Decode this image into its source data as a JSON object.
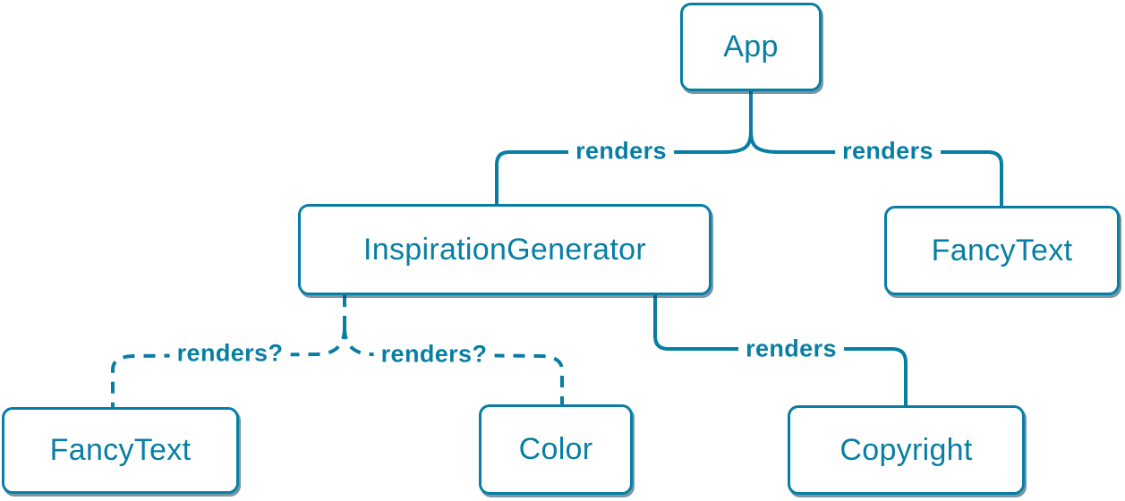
{
  "diagram": {
    "type": "component-render-tree",
    "nodes": [
      {
        "id": "app",
        "label": "App"
      },
      {
        "id": "inspiration-generator",
        "label": "InspirationGenerator"
      },
      {
        "id": "fancy-text-top",
        "label": "FancyText"
      },
      {
        "id": "fancy-text-bottom",
        "label": "FancyText"
      },
      {
        "id": "color",
        "label": "Color"
      },
      {
        "id": "copyright",
        "label": "Copyright"
      }
    ],
    "edges": [
      {
        "from": "App",
        "to": "InspirationGenerator",
        "label": "renders",
        "style": "solid"
      },
      {
        "from": "App",
        "to": "FancyText",
        "label": "renders",
        "style": "solid"
      },
      {
        "from": "InspirationGenerator",
        "to": "FancyText",
        "label": "renders?",
        "style": "dashed"
      },
      {
        "from": "InspirationGenerator",
        "to": "Color",
        "label": "renders?",
        "style": "dashed"
      },
      {
        "from": "InspirationGenerator",
        "to": "Copyright",
        "label": "renders",
        "style": "solid"
      }
    ],
    "colors": {
      "accent": "#087ea4",
      "node_background": "#ffffff",
      "background": "#ffffff",
      "shadow": "rgba(9,66,94,0.55)"
    }
  }
}
